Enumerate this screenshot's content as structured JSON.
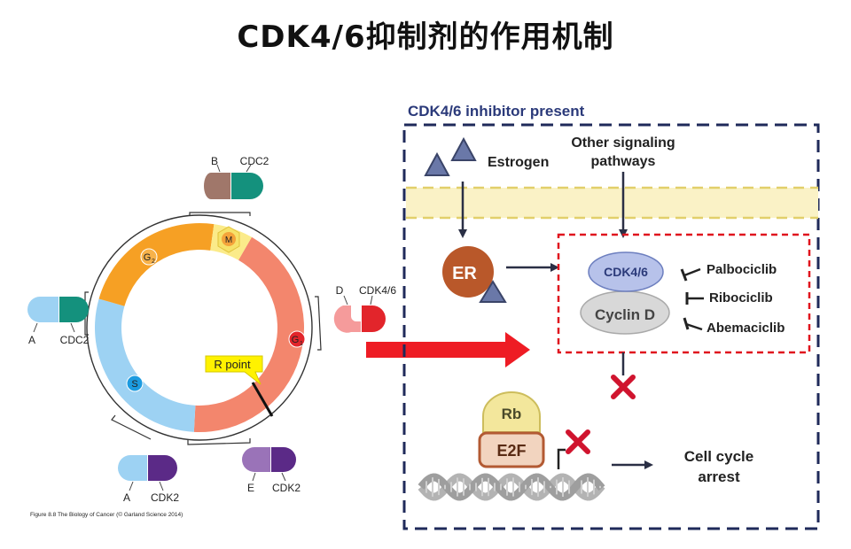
{
  "title": "CDK4/6抑制剂的作用机制",
  "cycle": {
    "phases": {
      "m": "M",
      "g1": "G",
      "g1_sub": "1",
      "s": "S",
      "g2": "G",
      "g2_sub": "2"
    },
    "r_point": "R point",
    "complexes": {
      "top": {
        "left": "B",
        "right": "CDC2"
      },
      "left": {
        "left": "A",
        "right": "CDC2"
      },
      "right": {
        "left": "D",
        "right": "CDK4/6"
      },
      "bottom_left": {
        "left": "A",
        "right": "CDK2"
      },
      "bottom_right": {
        "left": "E",
        "right": "CDK2"
      }
    },
    "caption": "Figure 8.8  The Biology of Cancer (© Garland Science 2014)"
  },
  "panel": {
    "heading": "CDK4/6 inhibitor present",
    "estrogen": "Estrogen",
    "other_signaling_1": "Other signaling",
    "other_signaling_2": "pathways",
    "er": "ER",
    "cdk46": "CDK4/6",
    "cyclin_d": "Cyclin D",
    "inhibitors": [
      "Palbociclib",
      "Ribociclib",
      "Abemaciclib"
    ],
    "rb": "Rb",
    "e2f": "E2F",
    "outcome_1": "Cell cycle",
    "outcome_2": "arrest"
  },
  "colors": {
    "g1": "#f3866d",
    "s": "#9dd2f3",
    "g2": "#f6a024",
    "m": "#fbeb8a",
    "dashed_border": "#1f2a5a",
    "red_box": "#e0141e",
    "arrow_red": "#ee1c24",
    "membrane": "#faf2c6",
    "er": "#b9582a",
    "cdk46": "#b7c2ea",
    "cyclin_d": "#d8d8d8",
    "rb": "#f3e79c",
    "e2f": "#f2d4bf",
    "dna": "#b8b8b8"
  }
}
